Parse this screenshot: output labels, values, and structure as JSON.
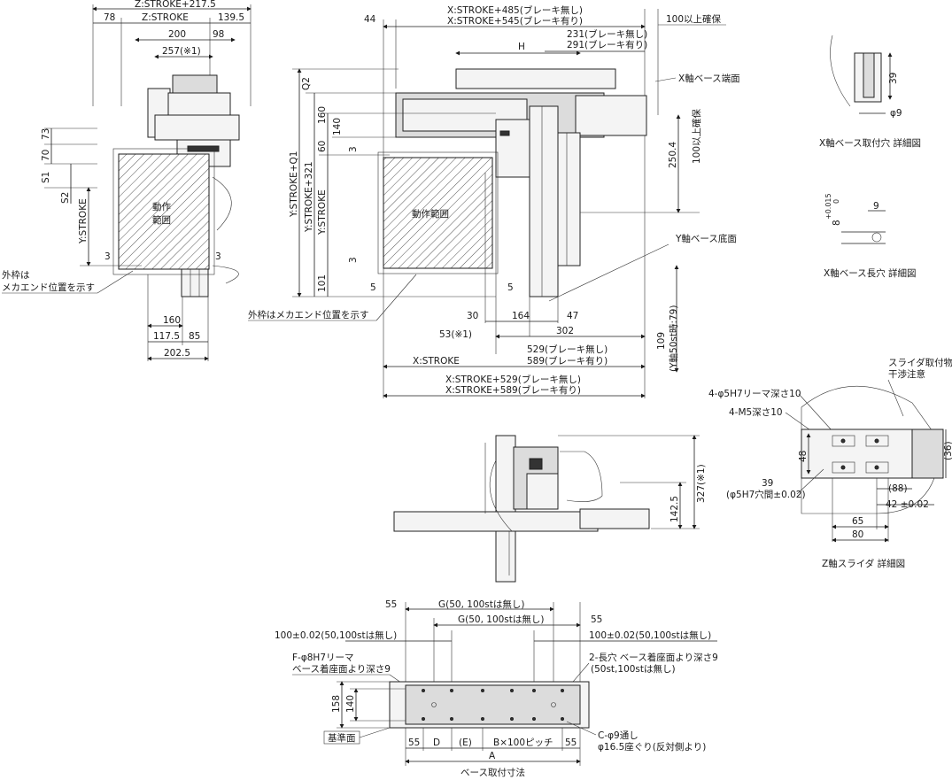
{
  "left_view": {
    "top_total": "Z:STROKE+217.5",
    "top_78": "78",
    "top_zstroke": "Z:STROKE",
    "top_139": "139.5",
    "dim_200": "200",
    "dim_98": "98",
    "dim_257": "257(※1)",
    "dim_73": "73",
    "dim_70": "70",
    "dim_s1": "S1",
    "dim_s2": "S2",
    "dim_ystroke": "Y:STROKE",
    "dim_3a": "3",
    "dim_3b": "3",
    "motion_range": "動作\n範囲",
    "motion_range_l1": "動作",
    "motion_range_l2": "範囲",
    "outer_frame_l1": "外枠は",
    "outer_frame_l2": "メカエンド位置を示す",
    "dim_160": "160",
    "dim_117": "117.5",
    "dim_85": "85",
    "dim_202": "202.5"
  },
  "center_view": {
    "dim_44": "44",
    "dim_x_top1": "X:STROKE+485(ブレーキ無し)",
    "dim_x_top2": "X:STROKE+545(ブレーキ有り)",
    "dim_100_ensure": "100以上確保",
    "dim_231": "231(ブレーキ無し)",
    "dim_291": "291(ブレーキ有り)",
    "dim_h": "H",
    "x_base_end": "X軸ベース端面",
    "dim_q2": "Q2",
    "dim_160": "160",
    "dim_140": "140",
    "dim_60": "60",
    "dim_3a": "3",
    "dim_ystroke_q1": "Y:STROKE+Q1",
    "dim_ystroke_321": "Y:STROKE+321",
    "dim_ystroke": "Y:STROKE",
    "dim_3b": "3",
    "dim_101": "101",
    "dim_250": "250.4",
    "dim_100_ensure_v": "100以上確保",
    "y_base_bottom": "Y軸ベース底面",
    "motion_range": "動作範囲",
    "dim_5a": "5",
    "dim_5b": "5",
    "outer_frame": "外枠はメカエンド位置を示す",
    "dim_30": "30",
    "dim_164": "164",
    "dim_47": "47",
    "dim_53": "53(※1)",
    "dim_302": "302",
    "dim_529": "529(ブレーキ無し)",
    "dim_589": "589(ブレーキ有り)",
    "dim_xstroke": "X:STROKE",
    "dim_109": "109",
    "dim_109_note": "(Y軸50st時:79)",
    "dim_x_bot1": "X:STROKE+529(ブレーキ無し)",
    "dim_x_bot2": "X:STROKE+589(ブレーキ有り)"
  },
  "side_view": {
    "dim_327": "327(※1)",
    "dim_142": "142.5"
  },
  "right_details": {
    "dim_39": "39",
    "dim_phi9": "φ9",
    "x_mount_hole": "X軸ベース取付穴 詳細図",
    "tol_upper": "+0.015",
    "tol_lower": "0",
    "dim_8": "8",
    "dim_9": "9",
    "x_long_hole": "X軸ベース長穴 詳細図",
    "slider_note1": "スライダ取付物",
    "slider_note2": "干渉注意",
    "dim_4phi5": "4-φ5H7リーマ深さ10",
    "dim_4m5": "4-M5深さ10",
    "dim_48": "48",
    "dim_36": "(36)",
    "dim_39b": "39",
    "dim_39b_note": "(φ5H7穴間±0.02)",
    "dim_88": "(88)",
    "dim_42": "42 ±0.02",
    "dim_65": "65",
    "dim_80": "80",
    "z_slider": "Z軸スライダ 詳細図"
  },
  "base_view": {
    "dim_55a": "55",
    "dim_g1": "G(50, 100stは無し)",
    "dim_g2": "G(50, 100stは無し)",
    "dim_55b": "55",
    "dim_100l": "100±0.02(50,100stは無し)",
    "dim_100r": "100±0.02(50,100stは無し)",
    "f_hole1": "F-φ8H7リーマ",
    "f_hole2": "ベース着座面より深さ9",
    "long_hole1": "2-長穴 ベース着座面より深さ9",
    "long_hole2": "(50st,100stは無し)",
    "dim_158": "158",
    "dim_140": "140",
    "ref_face": "基準面",
    "dim_55c": "55",
    "dim_d": "D",
    "dim_e": "(E)",
    "dim_bx100": "B×100ピッチ",
    "dim_55d": "55",
    "dim_a": "A",
    "c_hole1": "C-φ9通し",
    "c_hole2": "φ16.5座ぐり(反対側より)",
    "caption": "ベース取付寸法"
  }
}
